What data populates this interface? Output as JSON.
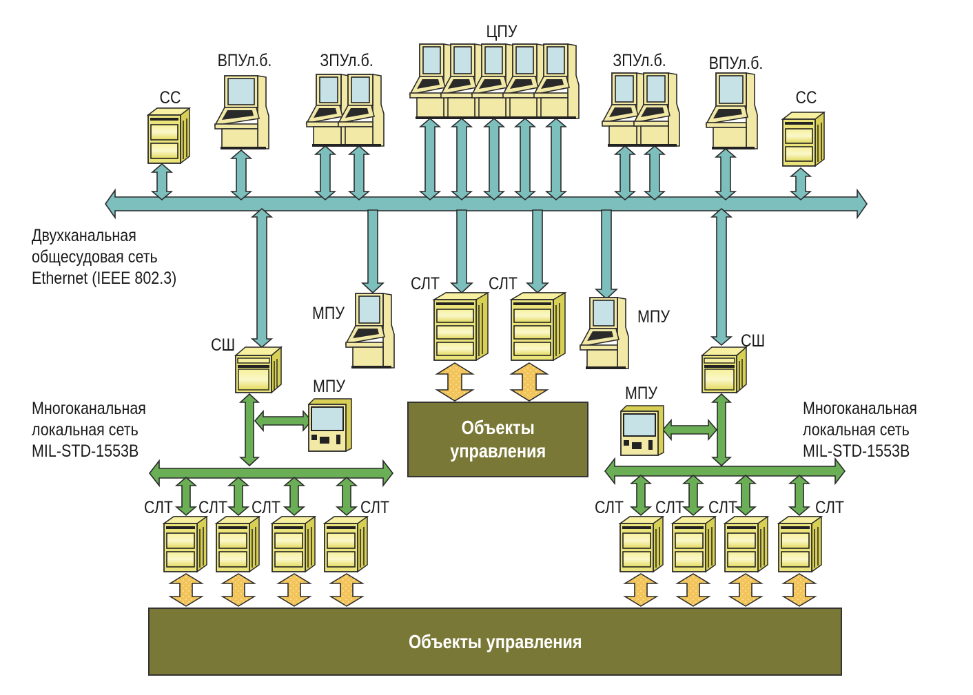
{
  "title": "Структура сетей управления",
  "colors": {
    "ethernet_bus": "#7dbfbd",
    "milstd_bus": "#6aaf55",
    "io_arrow": "#f2c45a",
    "device_body": "#f3e9a6",
    "device_screen": "#c7e2e6",
    "cabinet_body": "#eae47a",
    "object_box": "#7a7836",
    "outline": "#2a2a2a"
  },
  "top_devices": [
    {
      "id": "cc-left",
      "type": "cabinet",
      "label": "СС"
    },
    {
      "id": "vpu-left",
      "type": "console",
      "label": "ВПУл.б."
    },
    {
      "id": "zpu-left",
      "type": "console-double",
      "label": "ЗПУл.б."
    },
    {
      "id": "cpu",
      "type": "console-quint",
      "label": "ЦПУ"
    },
    {
      "id": "zpu-right",
      "type": "console-double",
      "label": "ЗПУл.б."
    },
    {
      "id": "vpu-right",
      "type": "console",
      "label": "ВПУл.б."
    },
    {
      "id": "cc-right",
      "type": "cabinet",
      "label": "СС"
    }
  ],
  "ethernet": {
    "label_lines": [
      "Двухканальная",
      "общесудовая сеть",
      "Ethernet (IEEE 802.3)"
    ]
  },
  "middle_devices": [
    {
      "id": "sh-left",
      "type": "gateway",
      "label": "СШ"
    },
    {
      "id": "mpu-mid-left",
      "type": "console",
      "label": "МПУ"
    },
    {
      "id": "slt-mid-1",
      "type": "tower",
      "label": "СЛТ"
    },
    {
      "id": "slt-mid-2",
      "type": "tower",
      "label": "СЛТ"
    },
    {
      "id": "mpu-mid-right",
      "type": "console",
      "label": "МПУ"
    },
    {
      "id": "sh-right",
      "type": "gateway",
      "label": "СШ"
    }
  ],
  "objects_center": {
    "lines": [
      "Объекты",
      "управления"
    ]
  },
  "left_local": {
    "label_lines": [
      "Многоканальная",
      "локальная сеть",
      "MIL-STD-1553B"
    ],
    "mpu_label": "МПУ",
    "slt_labels": [
      "СЛТ",
      "СЛТ",
      "СЛТ",
      "СЛТ"
    ]
  },
  "right_local": {
    "label_lines": [
      "Многоканальная",
      "локальная сеть",
      "MIL-STD-1553B"
    ],
    "mpu_label": "МПУ",
    "slt_labels": [
      "СЛТ",
      "СЛТ",
      "СЛТ",
      "СЛТ"
    ]
  },
  "objects_bottom": {
    "label": "Объекты управления"
  }
}
